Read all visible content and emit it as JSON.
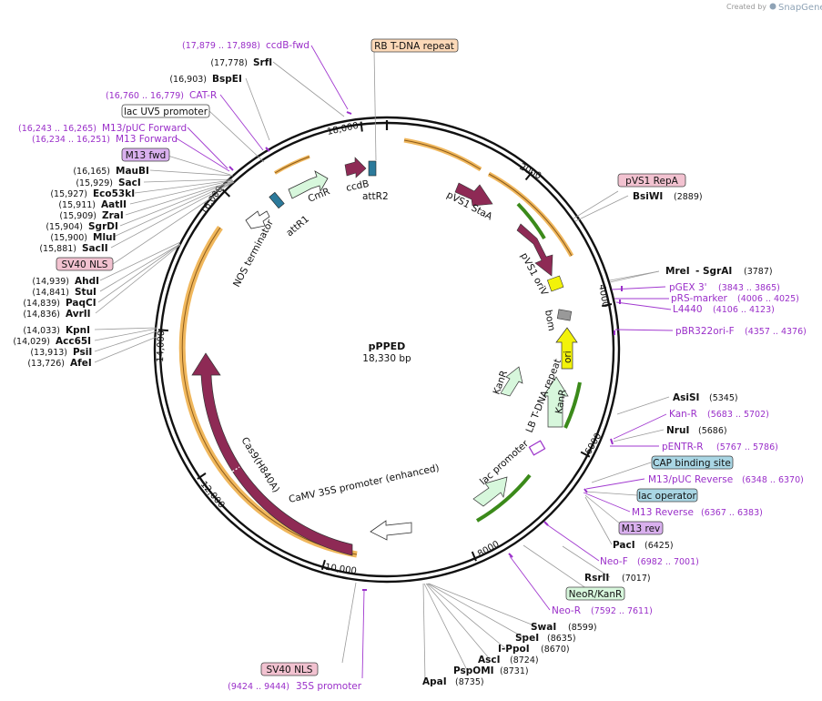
{
  "credit": {
    "prefix": "Created by",
    "brand": "SnapGene"
  },
  "plasmid": {
    "name": "pPPED",
    "size": "18,330 bp"
  },
  "ticks": [
    "2000",
    "4000",
    "6000",
    "8000",
    "10,000",
    "12,000",
    "14,000",
    "16,000",
    "18,000"
  ],
  "features": {
    "cmr": "CmR",
    "ccdb": "ccdB",
    "attr2": "attR2",
    "attr1": "attR1",
    "nos": "NOS terminator",
    "pvs1stab": "pVS1 StaA",
    "pvs1ori": "pVS1 oriV",
    "bom": "bom",
    "ori": "ori",
    "kanr_in": "KanR",
    "kanr_out": "KanR",
    "lb": "LB T-DNA repeat",
    "lacprom": "lac promoter",
    "cas9": "Cas9(H840A)",
    "camv": "CaMV 35S promoter (enhanced)"
  },
  "sites": {
    "srfi": {
      "name": "SrfI",
      "pos": "(17,778)"
    },
    "bspei": {
      "name": "BspEI",
      "pos": "(16,903)"
    },
    "maubi": {
      "name": "MauBI",
      "pos": "(16,165)"
    },
    "saci": {
      "name": "SacI",
      "pos": "(15,929)"
    },
    "eco53ki": {
      "name": "Eco53kI",
      "pos": "(15,927)"
    },
    "aatii": {
      "name": "AatII",
      "pos": "(15,911)"
    },
    "zrai": {
      "name": "ZraI",
      "pos": "(15,909)"
    },
    "sgrdi": {
      "name": "SgrDI",
      "pos": "(15,904)"
    },
    "mlui": {
      "name": "MluI",
      "pos": "(15,900)"
    },
    "sacii": {
      "name": "SacII",
      "pos": "(15,881)"
    },
    "ahdi": {
      "name": "AhdI",
      "pos": "(14,939)"
    },
    "stui": {
      "name": "StuI",
      "pos": "(14,841)"
    },
    "paqci": {
      "name": "PaqCI",
      "pos": "(14,839)"
    },
    "avrii": {
      "name": "AvrII",
      "pos": "(14,836)"
    },
    "kpni": {
      "name": "KpnI",
      "pos": "(14,033)"
    },
    "acc65i": {
      "name": "Acc65I",
      "pos": "(14,029)"
    },
    "psii": {
      "name": "PsiI",
      "pos": "(13,913)"
    },
    "afei": {
      "name": "AfeI",
      "pos": "(13,726)"
    },
    "bsiwi": {
      "name": "BsiWI",
      "pos": "(2889)"
    },
    "mrei": {
      "name": "MreI",
      "sep": "-",
      "name2": "SgrAI",
      "pos": "(3787)"
    },
    "asisi": {
      "name": "AsiSI",
      "pos": "(5345)"
    },
    "nrui": {
      "name": "NruI",
      "pos": "(5686)"
    },
    "paci": {
      "name": "PacI",
      "pos": "(6425)"
    },
    "rsrii": {
      "name": "RsrII",
      "pos": "(7017)"
    },
    "swai": {
      "name": "SwaI",
      "pos": "(8599)"
    },
    "spei": {
      "name": "SpeI",
      "pos": "(8635)"
    },
    "ippoi": {
      "name": "I-PpoI",
      "pos": "(8670)"
    },
    "asci": {
      "name": "AscI",
      "pos": "(8724)"
    },
    "pspomi": {
      "name": "PspOMI",
      "pos": "(8731)"
    },
    "apai": {
      "name": "ApaI",
      "pos": "(8735)"
    }
  },
  "primers": {
    "ccdbfwd": {
      "range": "(17,879 .. 17,898)",
      "name": "ccdB-fwd"
    },
    "catr": {
      "range": "(16,760 .. 16,779)",
      "name": "CAT-R"
    },
    "m13puc": {
      "range": "(16,243 .. 16,265)",
      "name": "M13/pUC Forward"
    },
    "m13f": {
      "range": "(16,234 .. 16,251)",
      "name": "M13 Forward"
    },
    "pgex3": {
      "name": "pGEX 3'",
      "range": "(3843 .. 3865)"
    },
    "prs": {
      "name": "pRS-marker",
      "range": "(4006 .. 4025)"
    },
    "l4440": {
      "name": "L4440",
      "range": "(4106 .. 4123)"
    },
    "pbr": {
      "name": "pBR322ori-F",
      "range": "(4357 .. 4376)"
    },
    "kanr": {
      "name": "Kan-R",
      "range": "(5683 .. 5702)"
    },
    "pentr": {
      "name": "pENTR-R",
      "range": "(5767 .. 5786)"
    },
    "m13pucrev": {
      "name": "M13/pUC Reverse",
      "range": "(6348 .. 6370)"
    },
    "m13rev": {
      "name": "M13 Reverse",
      "range": "(6367 .. 6383)"
    },
    "neof": {
      "name": "Neo-F",
      "range": "(6982 .. 7001)"
    },
    "neor": {
      "name": "Neo-R",
      "range": "(7592 .. 7611)"
    },
    "s35": {
      "range": "(9424 .. 9444)",
      "name": "35S promoter"
    }
  },
  "boxes": {
    "rbtdna": "RB T-DNA repeat",
    "lacuv5": "lac UV5 promoter",
    "m13fwd": "M13 fwd",
    "sv40top": "SV40 NLS",
    "pvs1repa": "pVS1 RepA",
    "cap": "CAP binding site",
    "lacop": "lac operator",
    "m13rev": "M13 rev",
    "neokan": "NeoR/KanR",
    "sv40bot": "SV40 NLS"
  },
  "colors": {
    "maroon": "#8e2a55",
    "green_fill": "#d7f7dc",
    "yellow": "#f2f20a",
    "teal": "#2c7a9b",
    "orange_ring": "#f0b75c",
    "purple": "#9a2fc9"
  }
}
